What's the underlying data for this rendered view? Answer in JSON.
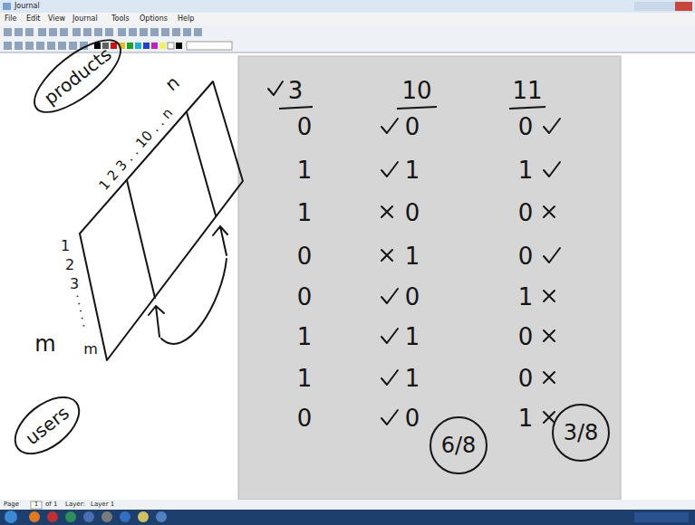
{
  "diagram": {
    "nodes": [
      {
        "text": [
          "products"
        ]
      },
      {
        "text": [
          "users"
        ]
      },
      {
        "text": [
          "6/8"
        ]
      },
      {
        "text": [
          "3/8"
        ]
      }
    ],
    "labels": [
      "Journal",
      "File",
      "Edit",
      "View",
      "Journal",
      "Tools",
      "Options",
      "Help",
      "Page",
      "1",
      "of 1",
      "Layer:",
      "Layer 1",
      "n",
      "1 2 3 . . 10 . . n",
      "1",
      "2",
      "3",
      ". . . . .",
      "m",
      "m",
      "3",
      "10",
      "11",
      "0",
      "1",
      "1",
      "0",
      "0",
      "1",
      "1",
      "0",
      "0",
      "1",
      "0",
      "1",
      "0",
      "1",
      "1",
      "0",
      "0",
      "1",
      "0",
      "0",
      "1",
      "0",
      "0",
      "1"
    ]
  }
}
